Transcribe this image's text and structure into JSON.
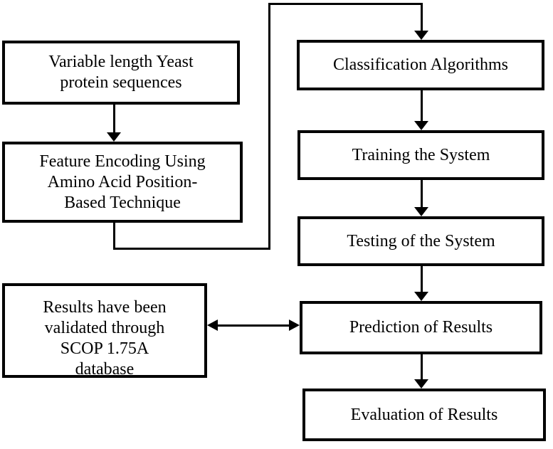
{
  "colors": {
    "background": "#ffffff",
    "box_border": "#000000",
    "box_fill": "#ffffff",
    "line": "#000000",
    "text": "#000000"
  },
  "diagram": {
    "type": "flowchart",
    "nodes": {
      "variable_length": {
        "label": "Variable length Yeast\nprotein sequences"
      },
      "feature_encoding": {
        "label": "Feature Encoding Using\nAmino Acid Position-\nBased Technique"
      },
      "classification": {
        "label": "Classification Algorithms"
      },
      "training": {
        "label": "Training the System"
      },
      "testing": {
        "label": "Testing of the System"
      },
      "prediction": {
        "label": "Prediction of Results"
      },
      "evaluation": {
        "label": "Evaluation of Results"
      },
      "results_validated": {
        "label": "Results have been\nvalidated through\nSCOP 1.75A\ndatabase"
      }
    },
    "edges": [
      {
        "from": "variable_length",
        "to": "feature_encoding",
        "style": "arrow-down"
      },
      {
        "from": "feature_encoding",
        "to": "classification",
        "style": "elbow-arrow"
      },
      {
        "from": "classification",
        "to": "training",
        "style": "arrow-down"
      },
      {
        "from": "training",
        "to": "testing",
        "style": "arrow-down"
      },
      {
        "from": "testing",
        "to": "prediction",
        "style": "arrow-down"
      },
      {
        "from": "prediction",
        "to": "evaluation",
        "style": "arrow-down"
      },
      {
        "from": "results_validated",
        "to": "prediction",
        "style": "double-headed-arrow"
      }
    ]
  }
}
